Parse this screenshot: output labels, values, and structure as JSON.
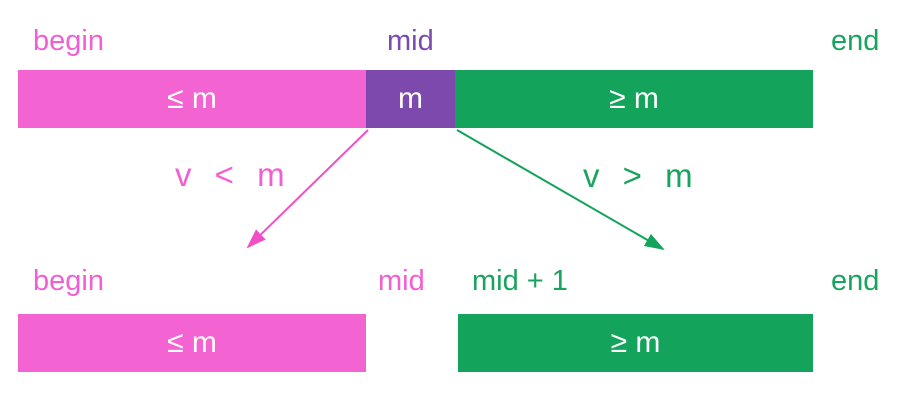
{
  "colors": {
    "pink": "#f463d2",
    "purple": "#7d49ac",
    "green": "#13a35b",
    "bar_text": "#ffffff",
    "background": "#ffffff"
  },
  "top_row": {
    "begin_label": "begin",
    "mid_label": "mid",
    "end_label": "end",
    "bar": {
      "left_segment": "≤ m",
      "mid_segment": "m",
      "right_segment": "≥ m"
    }
  },
  "branches": {
    "left_condition": "v < m",
    "right_condition": "v > m"
  },
  "bottom_row": {
    "begin_label": "begin",
    "mid_label": "mid",
    "mid_plus_one_label": "mid + 1",
    "end_label": "end",
    "left_bar_label": "≤ m",
    "right_bar_label": "≥ m"
  }
}
